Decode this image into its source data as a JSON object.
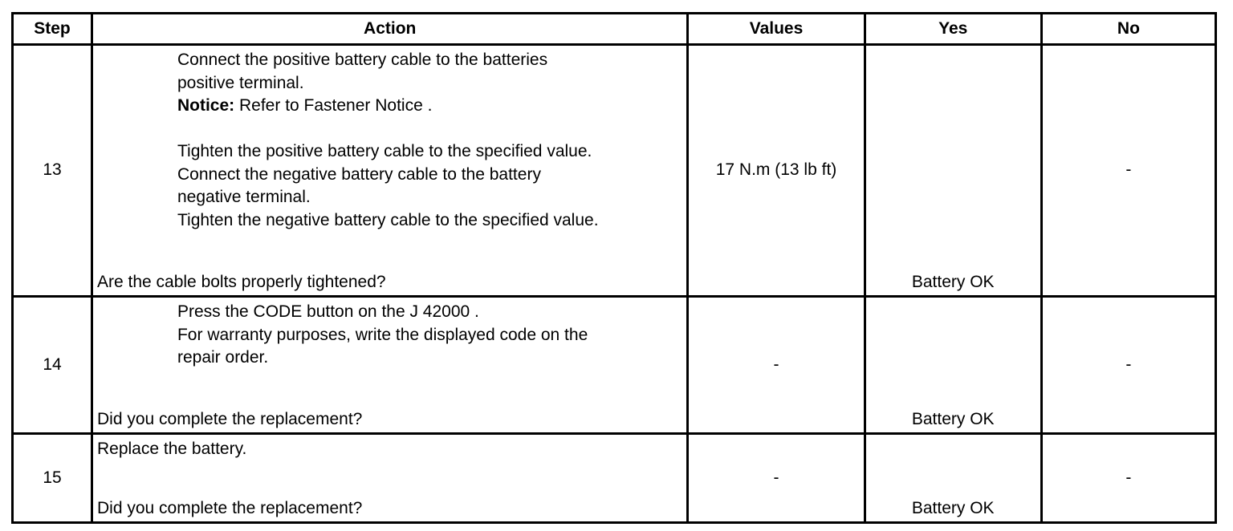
{
  "table": {
    "headers": {
      "step": "Step",
      "action": "Action",
      "values": "Values",
      "yes": "Yes",
      "no": "No"
    },
    "rows": [
      {
        "step": "13",
        "action_lines": [
          "Connect the positive battery cable to the batteries",
          "positive terminal.",
          "",
          "",
          "Tighten the positive battery cable to the specified value.",
          "Connect the negative battery cable to the battery",
          "negative terminal.",
          "Tighten the negative battery cable to the specified value."
        ],
        "notice_label": "Notice:",
        "notice_text": " Refer to Fastener Notice .",
        "question": "Are the cable bolts properly tightened?",
        "values": "17 N.m (13 lb ft)",
        "yes": "Battery OK",
        "no": "-"
      },
      {
        "step": "14",
        "action_lines": [
          "Press the CODE button on the J 42000 .",
          "For warranty purposes, write the displayed code on the",
          "repair order."
        ],
        "question": "Did you complete the replacement?",
        "values": "-",
        "yes": "Battery OK",
        "no": "-"
      },
      {
        "step": "15",
        "action_lines": [
          "Replace the battery."
        ],
        "question": "Did you complete the replacement?",
        "values": "-",
        "yes": "Battery OK",
        "no": "-"
      }
    ]
  }
}
